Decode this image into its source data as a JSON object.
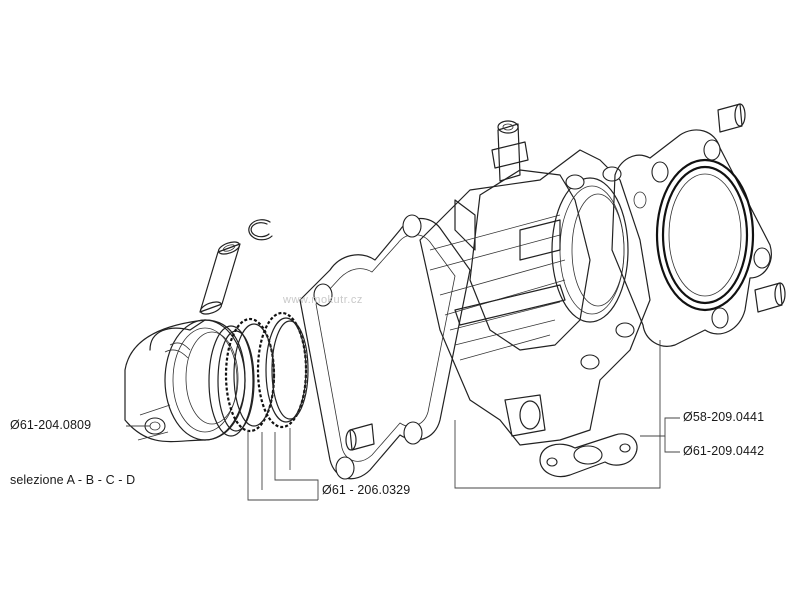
{
  "labels": {
    "piston": "Ø61-204.0809",
    "selection": "selezione A - B - C - D",
    "rings": "Ø61 - 206.0329",
    "gasket_a": "Ø58-209.0441",
    "gasket_b": "Ø61-209.0442"
  },
  "watermark": "www.mokutr.cz"
}
